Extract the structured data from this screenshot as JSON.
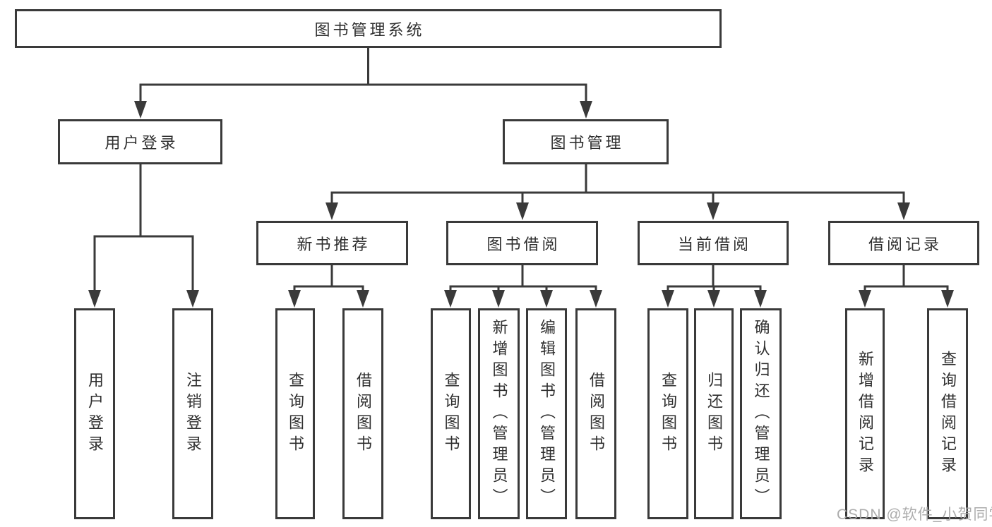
{
  "colors": {
    "line": "#3a3a3a",
    "box_border": "#3a3a3a",
    "text": "#2f2f2f",
    "watermark": "#a8a8a8",
    "background": "#ffffff"
  },
  "watermark": "CSDN @软件_小贺同学",
  "tree": {
    "root": "图书管理系统",
    "level2": {
      "user_login": "用户登录",
      "book_management": "图书管理"
    },
    "level3": {
      "new_book_recommend": "新书推荐",
      "book_borrow": "图书借阅",
      "current_borrow": "当前借阅",
      "borrow_record": "借阅记录"
    },
    "leaves": {
      "user_login": [
        "用户登录",
        "注销登录"
      ],
      "new_book_recommend": [
        "查询图书",
        "借阅图书"
      ],
      "book_borrow": [
        "查询图书",
        "新增图书（管理员）",
        "编辑图书（管理员）",
        "借阅图书"
      ],
      "current_borrow": [
        "查询图书",
        "归还图书",
        "确认归还（管理员）"
      ],
      "borrow_record": [
        "新增借阅记录",
        "查询借阅记录"
      ]
    }
  }
}
